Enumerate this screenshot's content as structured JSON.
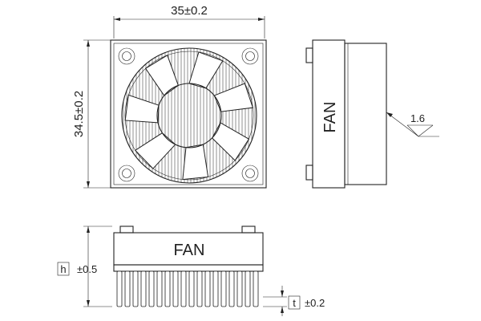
{
  "dimensions": {
    "width": "35±0.2",
    "height": "34.5±0.2",
    "h_symbol": "h",
    "h_tolerance": "±0.5",
    "t_symbol": "t",
    "t_tolerance": "±0.2",
    "surface_roughness": "1.6"
  },
  "labels": {
    "side_label": "FAN",
    "front_label": "FAN"
  },
  "colors": {
    "line": "#222222",
    "background": "#ffffff"
  }
}
